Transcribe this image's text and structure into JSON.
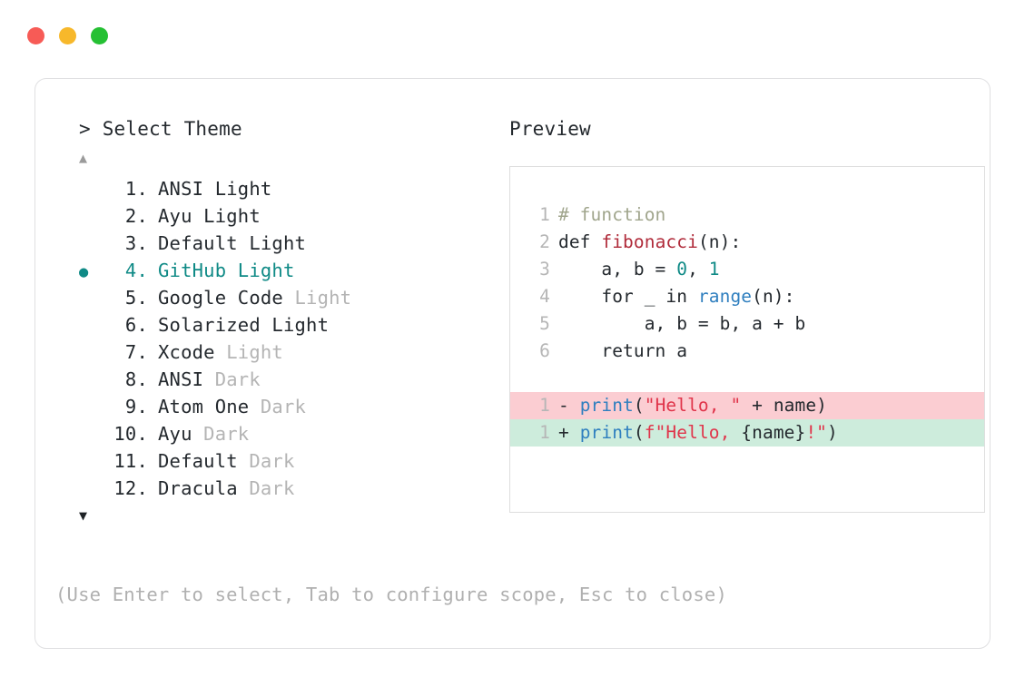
{
  "window": {
    "traffic_lights": [
      {
        "name": "close",
        "color": "#f75b56"
      },
      {
        "name": "minimize",
        "color": "#f7b82b"
      },
      {
        "name": "maximize",
        "color": "#25c033"
      }
    ]
  },
  "accent_color": "#0f8a86",
  "prompt": {
    "caret": ">",
    "title": "Select Theme"
  },
  "scroll": {
    "up_arrow": "▲",
    "down_arrow": "▼"
  },
  "selected_index": 4,
  "bullet_glyph": "●",
  "themes": [
    {
      "number": "1.",
      "name": "ANSI Light",
      "variant": "",
      "selected": false
    },
    {
      "number": "2.",
      "name": "Ayu Light",
      "variant": "",
      "selected": false
    },
    {
      "number": "3.",
      "name": "Default Light",
      "variant": "",
      "selected": false
    },
    {
      "number": "4.",
      "name": "GitHub Light",
      "variant": "",
      "selected": true
    },
    {
      "number": "5.",
      "name": "Google Code",
      "variant": "Light",
      "selected": false
    },
    {
      "number": "6.",
      "name": "Solarized Light",
      "variant": "",
      "selected": false
    },
    {
      "number": "7.",
      "name": "Xcode",
      "variant": "Light",
      "selected": false
    },
    {
      "number": "8.",
      "name": "ANSI",
      "variant": "Dark",
      "selected": false
    },
    {
      "number": "9.",
      "name": "Atom One",
      "variant": "Dark",
      "selected": false
    },
    {
      "number": "10.",
      "name": "Ayu",
      "variant": "Dark",
      "selected": false
    },
    {
      "number": "11.",
      "name": "Default",
      "variant": "Dark",
      "selected": false
    },
    {
      "number": "12.",
      "name": "Dracula",
      "variant": "Dark",
      "selected": false
    }
  ],
  "preview": {
    "label": "Preview",
    "code_lines": [
      {
        "n": "1",
        "tokens": [
          {
            "t": "# function",
            "c": "tk-comment"
          }
        ]
      },
      {
        "n": "2",
        "tokens": [
          {
            "t": "def ",
            "c": "tk-kw"
          },
          {
            "t": "fibonacci",
            "c": "tk-fn"
          },
          {
            "t": "(n):",
            "c": "tk-plain"
          }
        ]
      },
      {
        "n": "3",
        "tokens": [
          {
            "t": "    a, b = ",
            "c": "tk-plain"
          },
          {
            "t": "0",
            "c": "tk-num"
          },
          {
            "t": ", ",
            "c": "tk-plain"
          },
          {
            "t": "1",
            "c": "tk-num"
          }
        ]
      },
      {
        "n": "4",
        "tokens": [
          {
            "t": "    for _ in ",
            "c": "tk-plain"
          },
          {
            "t": "range",
            "c": "tk-builtin"
          },
          {
            "t": "(n):",
            "c": "tk-plain"
          }
        ]
      },
      {
        "n": "5",
        "tokens": [
          {
            "t": "        a, b = b, a + b",
            "c": "tk-plain"
          }
        ]
      },
      {
        "n": "6",
        "tokens": [
          {
            "t": "    return a",
            "c": "tk-plain"
          }
        ]
      }
    ],
    "diff_lines": [
      {
        "n": "1",
        "kind": "del",
        "sign": "-",
        "tokens": [
          {
            "t": "print",
            "c": "tk-print"
          },
          {
            "t": "(",
            "c": "tk-plain"
          },
          {
            "t": "\"Hello, \"",
            "c": "tk-str"
          },
          {
            "t": " + name)",
            "c": "tk-plain"
          }
        ]
      },
      {
        "n": "1",
        "kind": "add",
        "sign": "+",
        "tokens": [
          {
            "t": "print",
            "c": "tk-print"
          },
          {
            "t": "(",
            "c": "tk-plain"
          },
          {
            "t": "f\"Hello, ",
            "c": "tk-str"
          },
          {
            "t": "{name}",
            "c": "tk-strcurly"
          },
          {
            "t": "!\"",
            "c": "tk-str"
          },
          {
            "t": ")",
            "c": "tk-plain"
          }
        ]
      }
    ]
  },
  "hint": "(Use Enter to select, Tab to configure scope, Esc to close)"
}
